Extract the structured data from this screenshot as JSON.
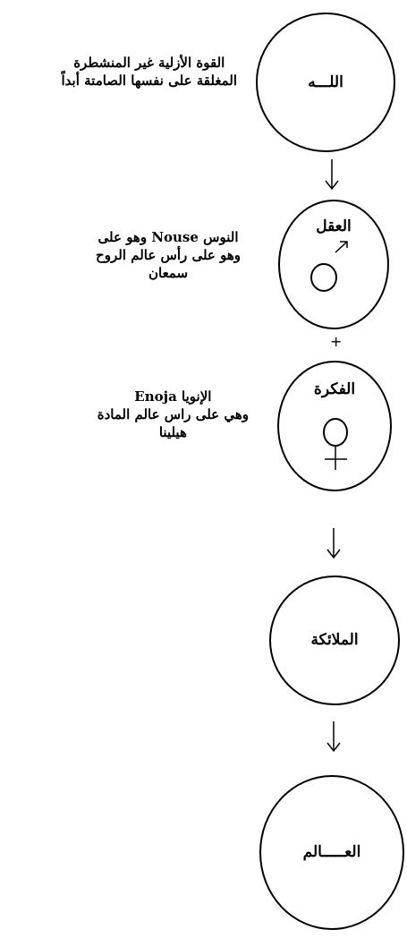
{
  "nodes": {
    "god": {
      "label": "اللـــه",
      "desc_lines": [
        "القوة الأزلية غير المنشطرة",
        "المغلقة على  نفسها الصامتة أبداً"
      ]
    },
    "mind": {
      "label": "العقل",
      "desc_lines": [
        "النوس Nouse وهو على",
        "وهو على رأس عالم الروح",
        "سمعان"
      ]
    },
    "plus_sign": "+",
    "thought": {
      "label": "الفكرة",
      "desc_lines": [
        "الإنويا Enoja",
        "وهي على راس عالم المادة",
        "هيلينا"
      ]
    },
    "angels": {
      "label": "الملائكة"
    },
    "world": {
      "label": "العـــــالم"
    }
  }
}
